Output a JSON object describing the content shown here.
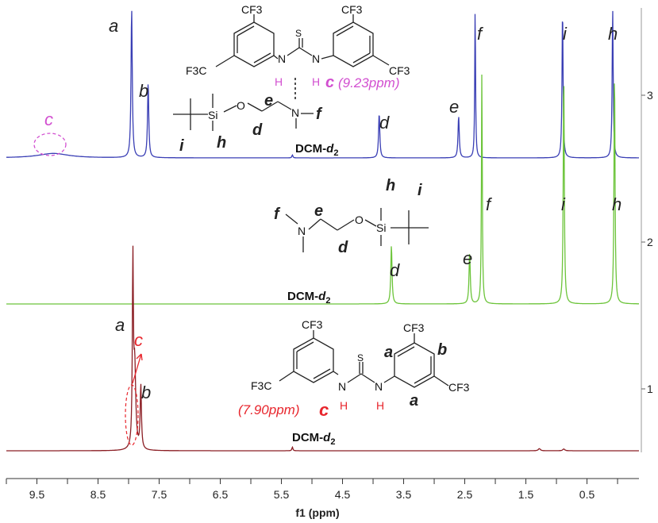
{
  "chart_data": {
    "type": "line",
    "xlabel": "f1 (ppm)",
    "x_ticks": [
      "9.5",
      "8.5",
      "7.5",
      "6.5",
      "5.5",
      "4.5",
      "3.5",
      "2.5",
      "1.5",
      "0.5"
    ],
    "xlim": [
      10.0,
      -0.35
    ],
    "x_reversed": true,
    "trace_numbers": [
      "3",
      "2",
      "1"
    ],
    "series": [
      {
        "trace": "3",
        "color": "#3a3fb5",
        "solvent_label": "DCM-d2",
        "solvent_ppm": 5.32,
        "peaks": [
          {
            "ppm": 9.23,
            "height": 0.03,
            "width": 0.3,
            "label": "c"
          },
          {
            "ppm": 7.95,
            "height": 1.0,
            "width": 0.012,
            "label": "a"
          },
          {
            "ppm": 7.68,
            "height": 0.5,
            "width": 0.012,
            "label": "b"
          },
          {
            "ppm": 5.32,
            "height": 0.02,
            "width": 0.01,
            "label": ""
          },
          {
            "ppm": 3.9,
            "height": 0.3,
            "width": 0.012,
            "label": "d"
          },
          {
            "ppm": 2.6,
            "height": 0.28,
            "width": 0.012,
            "label": "e"
          },
          {
            "ppm": 2.33,
            "height": 1.0,
            "width": 0.008,
            "label": "f"
          },
          {
            "ppm": 0.9,
            "height": 1.0,
            "width": 0.01,
            "label": "i"
          },
          {
            "ppm": 0.08,
            "height": 1.0,
            "width": 0.01,
            "label": "h"
          }
        ]
      },
      {
        "trace": "2",
        "color": "#6cc43a",
        "solvent_label": "DCM-d2",
        "solvent_ppm": 5.32,
        "peaks": [
          {
            "ppm": 3.7,
            "height": 0.25,
            "width": 0.012,
            "label": "d"
          },
          {
            "ppm": 2.42,
            "height": 0.22,
            "width": 0.012,
            "label": "e"
          },
          {
            "ppm": 2.22,
            "height": 1.0,
            "width": 0.008,
            "label": "f"
          },
          {
            "ppm": 0.88,
            "height": 1.0,
            "width": 0.01,
            "label": "i"
          },
          {
            "ppm": 0.05,
            "height": 1.0,
            "width": 0.01,
            "label": "h"
          }
        ]
      },
      {
        "trace": "1",
        "color": "#8b1e24",
        "solvent_label": "DCM-d2",
        "solvent_ppm": 5.32,
        "peaks": [
          {
            "ppm": 7.93,
            "height": 1.0,
            "width": 0.01,
            "label": "a"
          },
          {
            "ppm": 7.9,
            "height": 0.45,
            "width": 0.02,
            "label": "c"
          },
          {
            "ppm": 7.8,
            "height": 0.35,
            "width": 0.012,
            "label": "b"
          },
          {
            "ppm": 5.32,
            "height": 0.02,
            "width": 0.01,
            "label": ""
          },
          {
            "ppm": 1.28,
            "height": 0.012,
            "width": 0.02,
            "label": ""
          },
          {
            "ppm": 0.88,
            "height": 0.01,
            "width": 0.02,
            "label": ""
          }
        ]
      }
    ]
  },
  "annotations": {
    "trace3": {
      "a": "a",
      "b": "b",
      "c": "c",
      "d": "d",
      "e": "e",
      "f": "f",
      "i": "i",
      "h": "h",
      "c_shift": "(9.23ppm)",
      "solvent": "DCM-",
      "solvent_sub": "d",
      "solvent_subnum": "2",
      "highlight_color": "#d24fd0"
    },
    "trace2": {
      "d": "d",
      "e": "e",
      "f": "f",
      "i": "i",
      "h": "h",
      "solvent": "DCM-",
      "solvent_sub": "d",
      "solvent_subnum": "2"
    },
    "trace1": {
      "a": "a",
      "b": "b",
      "c": "c",
      "c_shift": "(7.90ppm)",
      "solvent": "DCM-",
      "solvent_sub": "d",
      "solvent_subnum": "2",
      "highlight_color": "#e8262d"
    }
  },
  "structures": {
    "thiourea": {
      "cf3": "CF3",
      "f3c": "F3C",
      "s": "S",
      "n": "N",
      "h": "H",
      "label_a": "a",
      "label_b": "b"
    },
    "silyl_amine": {
      "si": "Si",
      "o": "O",
      "n": "N",
      "d": "d",
      "e": "e",
      "f": "f",
      "h": "h",
      "i": "i"
    }
  }
}
